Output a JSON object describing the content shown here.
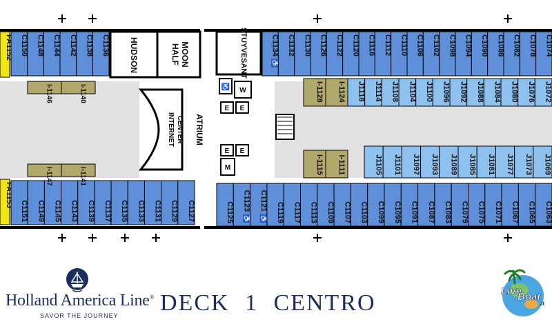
{
  "title": "DECK 1 CENTRO",
  "brand": {
    "name": "Holland America Line",
    "trademark": "®",
    "tagline": "SAVOR THE JOURNEY"
  },
  "badge": {
    "text_1": "Live",
    "text_2": "Boat",
    "suffix": ".it"
  },
  "areas": {
    "hudson": "HUDSON",
    "half_moon": "HALF MOON",
    "stuyvesant": "STUYVESANT",
    "internet_center": "INTERNET CENTER",
    "atrium": "ATRIUM",
    "restroom_w": "W",
    "restroom_m": "M",
    "elevator": "E"
  },
  "fa_cabins": {
    "top": "FA1152",
    "bottom": "FA1153"
  },
  "aft_top_cabins": [
    "C1150",
    "C1148",
    "C1144",
    "C1142",
    "C1138",
    "C1136"
  ],
  "aft_bottom_cabins": [
    "C1151",
    "C1149",
    "C1145",
    "C1143",
    "C1139",
    "C1137",
    "C1135",
    "C1133",
    "C1131",
    "C1129",
    "C1127"
  ],
  "aft_inner_top": [
    "I-1146",
    "I-1140"
  ],
  "aft_inner_bottom": [
    "I-1147",
    "I-1141"
  ],
  "fwd_top_cabins": [
    "C1134",
    "C1132",
    "C1130",
    "C1126",
    "C1122",
    "C1120",
    "C1116",
    "C1112",
    "C1110",
    "C1106",
    "C1102",
    "C1098",
    "C1094",
    "C1090",
    "C1086",
    "C1082",
    "C1078",
    "C1074"
  ],
  "fwd_bottom_cabins": [
    "C1125",
    "C1123",
    "C1121",
    "C1119",
    "C1117",
    "C1113",
    "C1109",
    "C1107",
    "C1103",
    "C1099",
    "C1095",
    "C1091",
    "C1087",
    "C1083",
    "C1079",
    "C1075",
    "C1071",
    "C1067",
    "C1065",
    "C1063"
  ],
  "inner_top_olive": [
    "I-1128",
    "I-1124"
  ],
  "inner_top_blue": [
    "J1118",
    "J1114",
    "J1108",
    "J1104",
    "J1100",
    "J1096",
    "J1092",
    "J1088",
    "J1084",
    "J1080",
    "J1076",
    "J1072"
  ],
  "inner_bottom_olive": [
    "I-1115",
    "I-1111"
  ],
  "inner_bottom_blue": [
    "J1105",
    "J1101",
    "J1097",
    "J1093",
    "J1089",
    "J1085",
    "J1081",
    "J1077",
    "J1073",
    "J1069"
  ],
  "accessible_cabins": [
    "C1134",
    "C1123",
    "C1121"
  ],
  "colors": {
    "outside_cabin": "#5f8fd8",
    "inside_cabin": "#8fc1ef",
    "olive_cabin": "#b1a96c",
    "fa_cabin": "#f3e414",
    "corridor": "#e1e1e1",
    "wall": "#000000",
    "brand_navy": "#1c2f5c"
  }
}
